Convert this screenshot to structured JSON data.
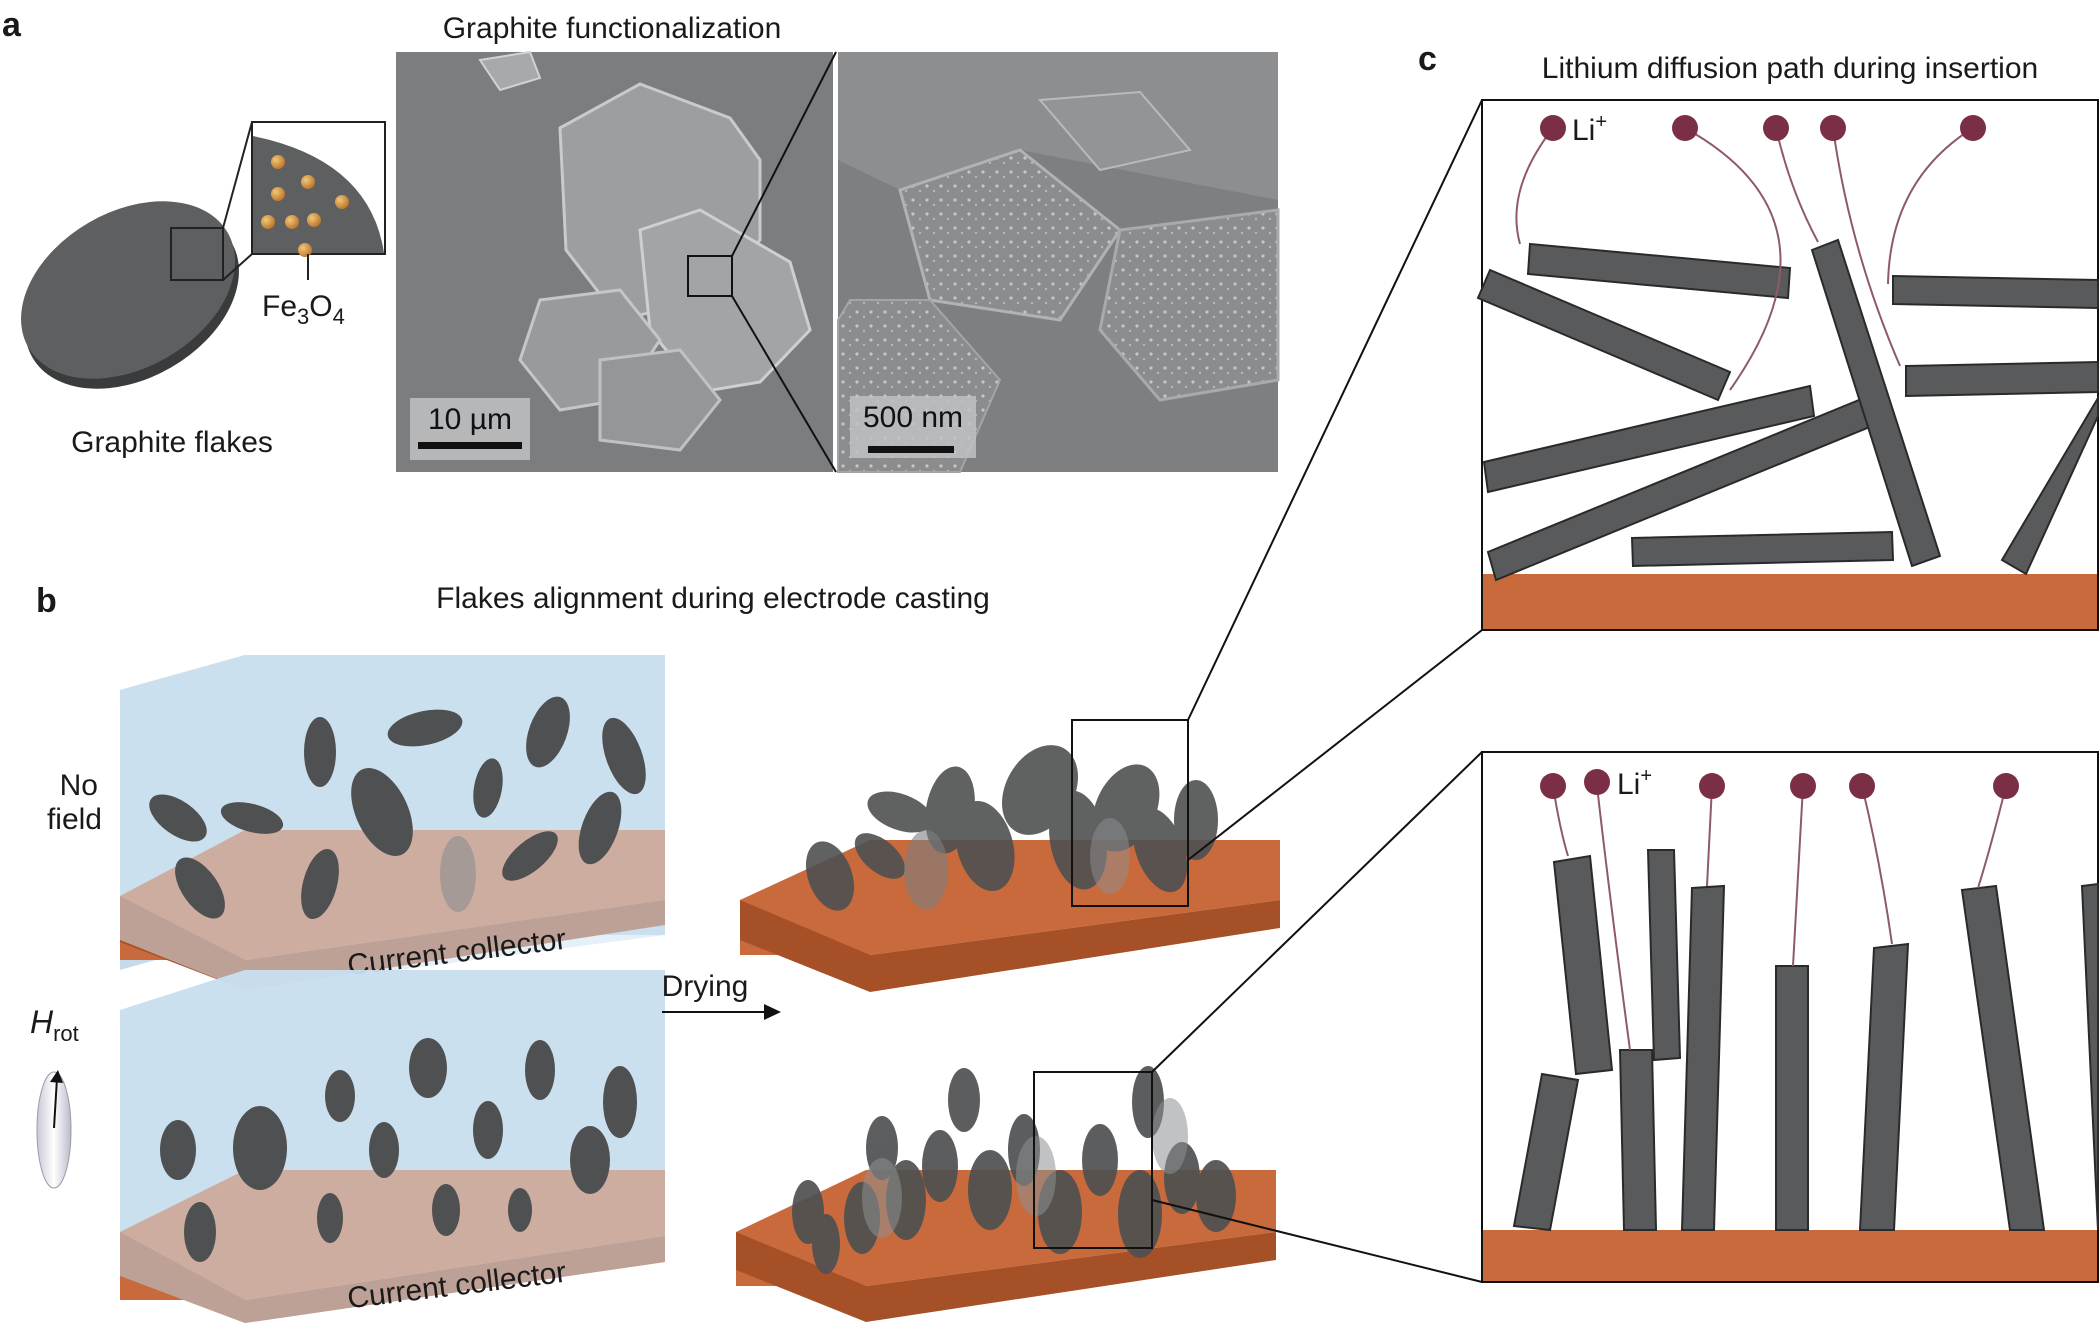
{
  "panels": {
    "a": {
      "label": "a",
      "title": "Graphite functionalization",
      "flake_label": "Graphite flakes",
      "particle_label": {
        "base": "Fe",
        "sub1": "3",
        "mid": "O",
        "sub2": "4"
      },
      "sem_left_scale": "10 µm",
      "sem_right_scale": "500 nm"
    },
    "b": {
      "label": "b",
      "title": "Flakes alignment during electrode casting",
      "no_field_line1": "No",
      "no_field_line2": "field",
      "field_symbol": "H",
      "field_subscript": "rot",
      "collector_label_top": "Current collector",
      "collector_label_bottom": "Current collector",
      "drying_label": "Drying"
    },
    "c": {
      "label": "c",
      "title": "Lithium diffusion path during insertion",
      "ion_label_top": {
        "base": "Li",
        "sup": "+"
      },
      "ion_label_bottom": {
        "base": "Li",
        "sup": "+"
      }
    }
  },
  "colors": {
    "graphite": "#5a5b5c",
    "collector": "#c96a3c",
    "electrolyte": "#cfe2ef",
    "lithium": "#7a2f45",
    "sem_background": "#7b7d7f"
  }
}
